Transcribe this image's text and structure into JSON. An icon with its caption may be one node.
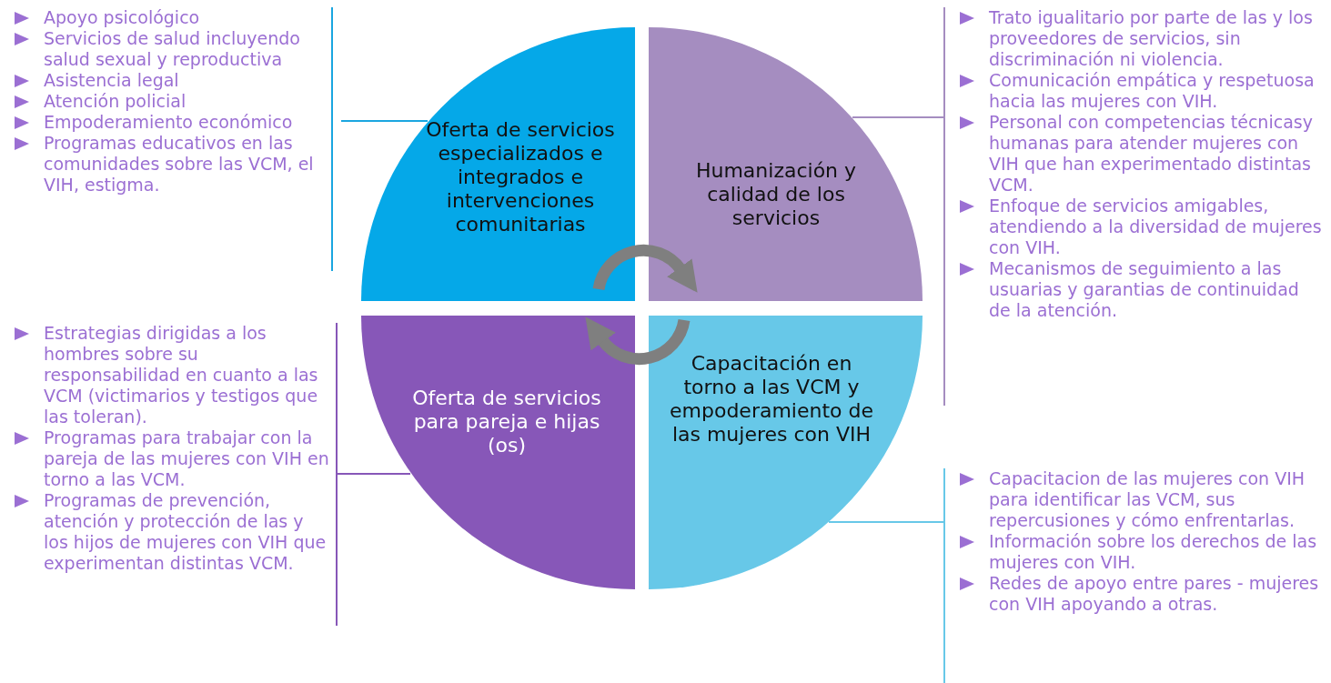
{
  "diagram": {
    "nodes": [
      {
        "text": [
          "Oferta de servicios especializados e integrados e intervenciones comunitarias"
        ]
      },
      {
        "text": [
          "Humanización y calidad de los servicios"
        ]
      },
      {
        "text": [
          "Oferta de servicios para pareja e hijas (os)"
        ]
      },
      {
        "text": [
          "Capacitación en torno a las VCM  y empoderamiento de las mujeres con VIH"
        ]
      },
      {
        "text": [
          "Apoyo psicológico",
          "Servicios de salud incluyendo salud sexual y reproductiva",
          "Asistencia legal",
          "Atención policial",
          "Empoderamiento económico",
          "Programas educativos en las comunidades sobre las VCM, el VIH, estigma."
        ]
      },
      {
        "text": [
          "Trato igualitario por parte de las y los proveedores de servicios, sin discriminación ni violencia.",
          "Comunicación empática y respetuosa hacia las mujeres con VIH.",
          "Personal con competencias técnicasy humanas para atender mujeres con VIH que han experimentado distintas VCM.",
          "Enfoque de servicios amigables, atendiendo a la diversidad de mujeres con VIH.",
          "Mecanismos de seguimiento a las usuarias y garantias de continuidad de la atención."
        ]
      },
      {
        "text": [
          "Estrategias dirigidas a los hombres sobre su responsabilidad en cuanto a las VCM (victimarios y testigos que las toleran).",
          "Programas para trabajar con la pareja de  las mujeres con VIH en torno a las VCM.",
          "Programas de prevención, atención y protección de las y los hijos de mujeres con VIH que experimentan distintas VCM."
        ]
      },
      {
        "text": [
          "Capacitacion de las mujeres con VIH para identificar las VCM, sus repercusiones y cómo enfrentarlas.",
          "Información sobre los derechos de las mujeres con VIH.",
          "Redes de apoyo entre pares - mujeres con VIH apoyando a otras."
        ]
      }
    ],
    "edges": [
      {
        "from": 0,
        "to": 1,
        "arrow": "to",
        "style": "thick",
        "color": "#7f7f7f"
      },
      {
        "from": 3,
        "to": 2,
        "arrow": "to",
        "style": "thick",
        "color": "#7f7f7f"
      },
      {
        "from": 0,
        "to": 4,
        "arrow": "none",
        "color": "#1aa6e0"
      },
      {
        "from": 1,
        "to": 5,
        "arrow": "none",
        "color": "#a58dc0"
      },
      {
        "from": 2,
        "to": 6,
        "arrow": "none",
        "color": "#8757b8"
      },
      {
        "from": 3,
        "to": 7,
        "arrow": "none",
        "color": "#67c8e8"
      }
    ]
  }
}
